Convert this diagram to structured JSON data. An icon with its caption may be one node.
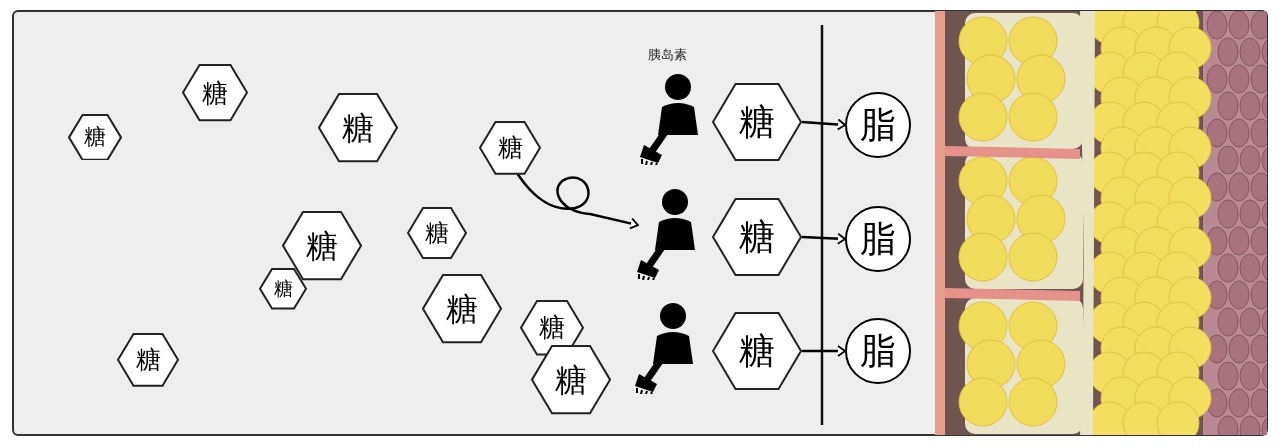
{
  "diagram": {
    "nodes": [
      {
        "text": [
          "糖"
        ]
      },
      {
        "text": [
          "糖"
        ]
      },
      {
        "text": [
          "糖"
        ]
      },
      {
        "text": [
          "糖"
        ]
      },
      {
        "text": [
          "糖"
        ]
      },
      {
        "text": [
          "糖"
        ]
      },
      {
        "text": [
          "糖"
        ]
      },
      {
        "text": [
          "糖"
        ]
      },
      {
        "text": [
          "糖"
        ]
      },
      {
        "text": [
          "糖"
        ]
      },
      {
        "text": [
          "糖"
        ]
      },
      {
        "text": [
          "糖"
        ]
      },
      {
        "text": [
          "脂"
        ]
      },
      {
        "text": [
          "糖"
        ]
      },
      {
        "text": [
          "脂"
        ]
      },
      {
        "text": [
          "糖"
        ]
      },
      {
        "text": [
          "脂"
        ]
      },
      {
        "text": [],
        "shape": "person"
      },
      {
        "text": [],
        "shape": "person"
      },
      {
        "text": [],
        "shape": "person"
      }
    ],
    "edges": [
      {
        "from": 11,
        "to": 12,
        "arrow": "to"
      },
      {
        "from": 13,
        "to": 14,
        "arrow": "to"
      },
      {
        "from": 15,
        "to": 16,
        "arrow": "to"
      },
      {
        "from": 3,
        "to": 18,
        "arrow": "to"
      }
    ],
    "labels": [
      "胰岛素"
    ]
  }
}
